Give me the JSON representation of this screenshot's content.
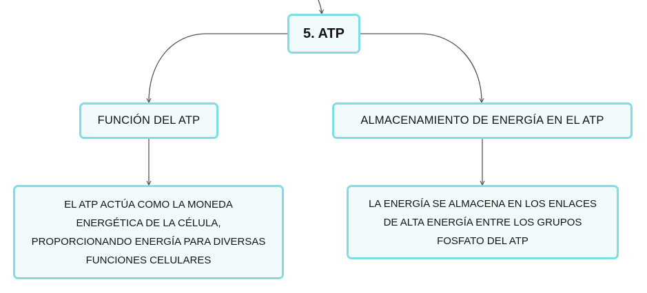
{
  "central_topic": {
    "label": "5. ATP"
  },
  "branches": [
    {
      "label": "FUNCIÓN DEL ATP",
      "detail_lines": [
        "EL ATP ACTÚA COMO LA MONEDA",
        "ENERGÉTICA DE LA CÉLULA,",
        "PROPORCIONANDO ENERGÍA PARA DIVERSAS",
        "FUNCIONES CELULARES"
      ]
    },
    {
      "label": "ALMACENAMIENTO DE ENERGÍA EN EL ATP",
      "detail_lines": [
        "LA ENERGÍA SE ALMACENA EN LOS ENLACES",
        "DE ALTA ENERGÍA ENTRE LOS GRUPOS",
        "FOSFATO DEL ATP"
      ]
    }
  ],
  "colors": {
    "node_border": "#7fdde4",
    "node_fill": "#f1fbfc",
    "connector": "#555555",
    "text": "#141414"
  }
}
